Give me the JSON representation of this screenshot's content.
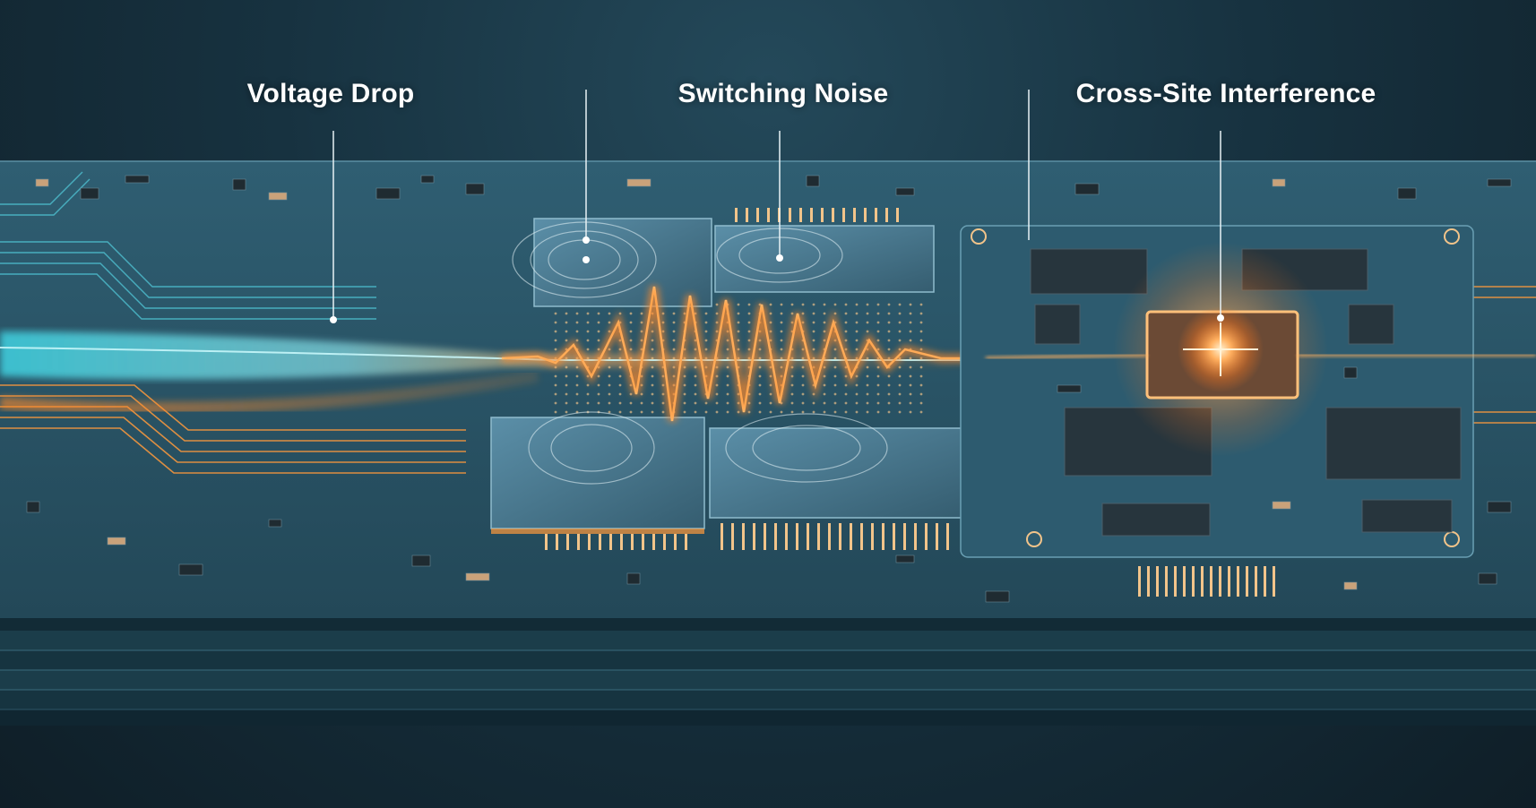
{
  "callouts": [
    {
      "label": "Voltage Drop"
    },
    {
      "label": "Switching Noise"
    },
    {
      "label": "Cross-Site Interference"
    }
  ],
  "colors": {
    "background": "#173240",
    "board": "#2a5366",
    "trace_teal": "#4fc3d3",
    "trace_orange": "#ff9a3c",
    "chip": "#2c3a43",
    "glow": "#ffb060"
  },
  "icons": [
    "voltage-wave-icon",
    "noise-ripple-icon",
    "chip-glow-icon"
  ]
}
